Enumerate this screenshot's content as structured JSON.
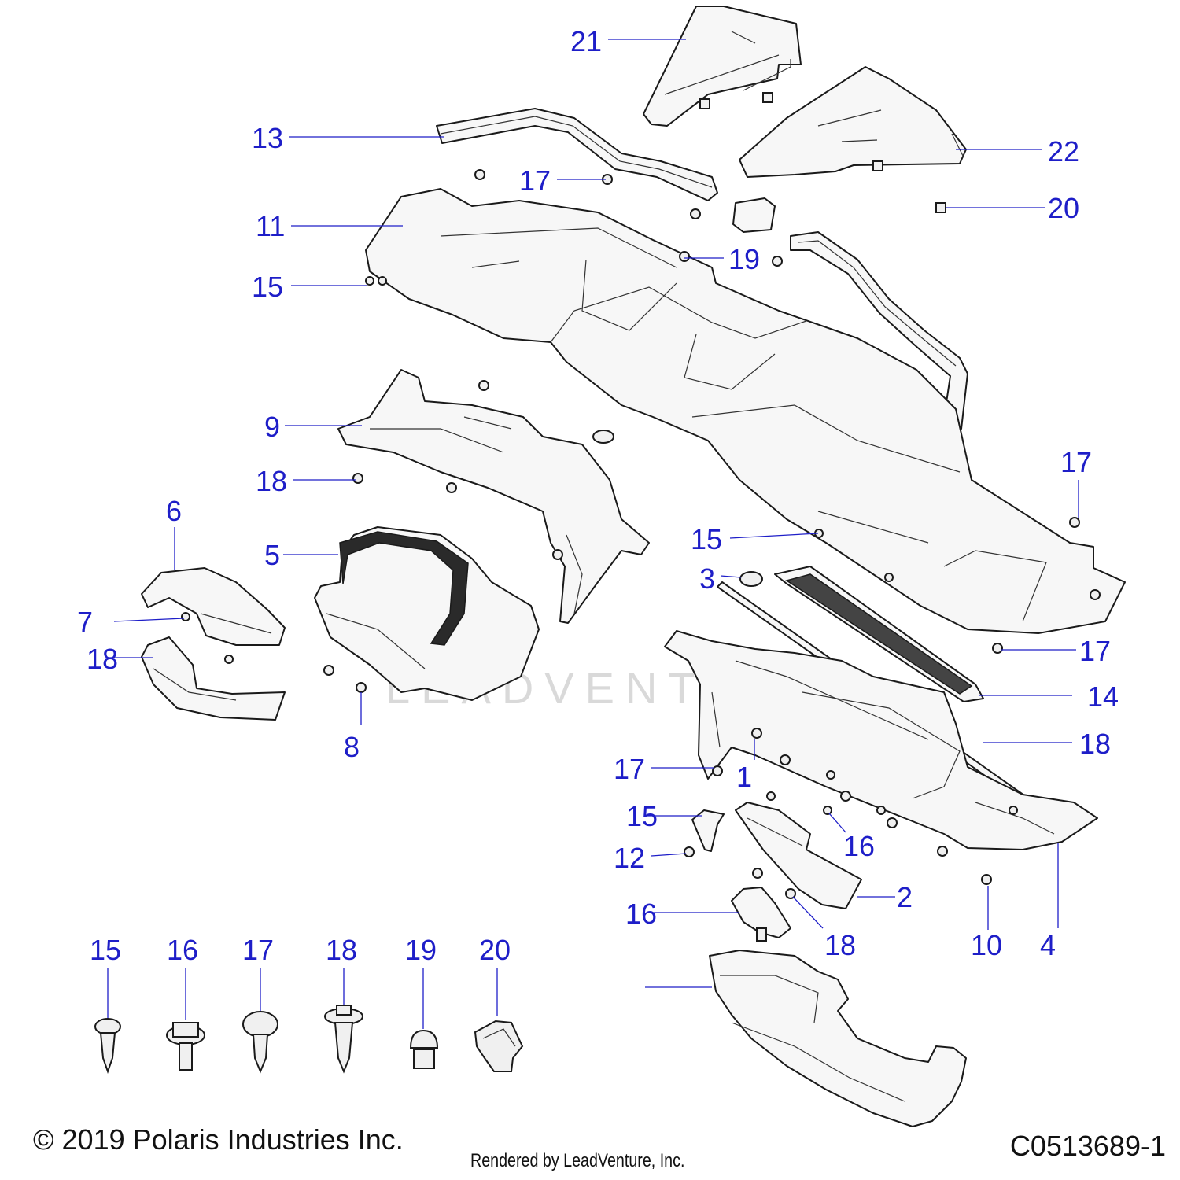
{
  "diagram": {
    "callouts": [
      "21",
      "13",
      "22",
      "17",
      "20",
      "11",
      "19",
      "15",
      "9",
      "17",
      "18",
      "6",
      "15",
      "5",
      "3",
      "7",
      "18",
      "17",
      "8",
      "14",
      "18",
      "17",
      "1",
      "15",
      "16",
      "12",
      "2",
      "16",
      "18",
      "10",
      "4"
    ],
    "hardware_legend": [
      "15",
      "16",
      "17",
      "18",
      "19",
      "20"
    ],
    "watermark": "LEADVENTURE"
  },
  "footer": {
    "copyright": "© 2019 Polaris Industries Inc.",
    "drawing_number": "C0513689-1",
    "rendered_by": "Rendered by LeadVenture, Inc."
  },
  "colors": {
    "callout": "#1e1ec8",
    "line": "#1a1a1a"
  }
}
